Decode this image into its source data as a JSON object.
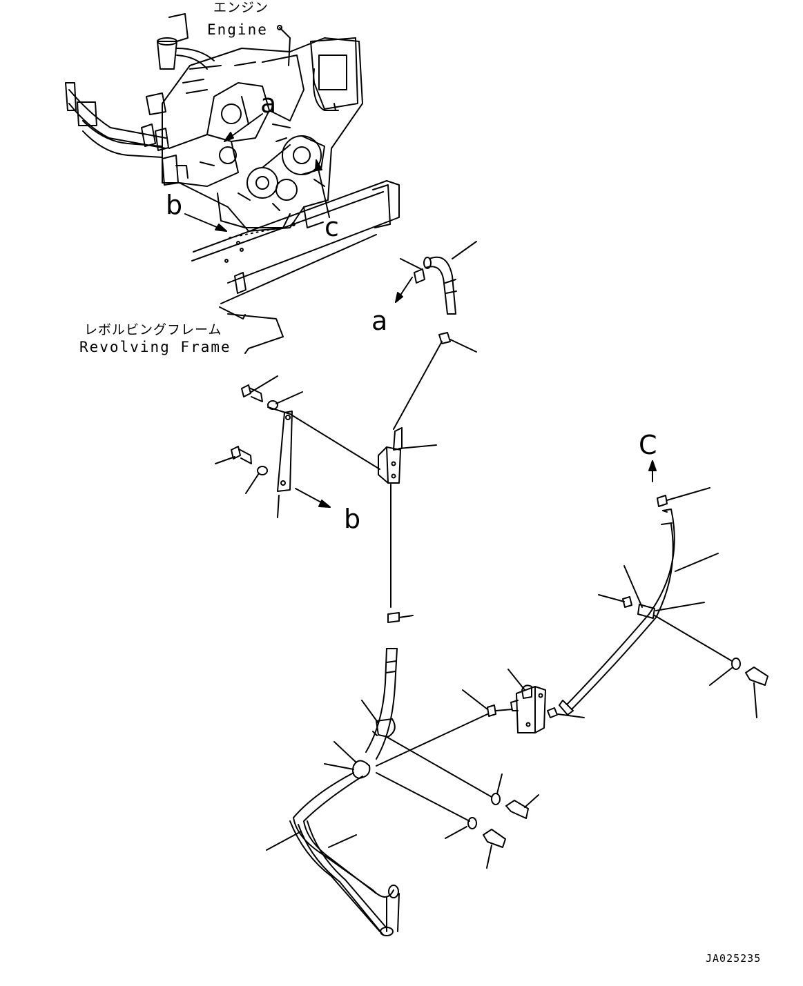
{
  "labels": {
    "engine_jp": "エンジン",
    "engine_en": "Engine",
    "frame_jp": "レボルビングフレーム",
    "frame_en": "Revolving Frame"
  },
  "callouts": {
    "a": "a",
    "b": "b",
    "c": "c",
    "C": "C"
  },
  "document_id": "JA025235"
}
